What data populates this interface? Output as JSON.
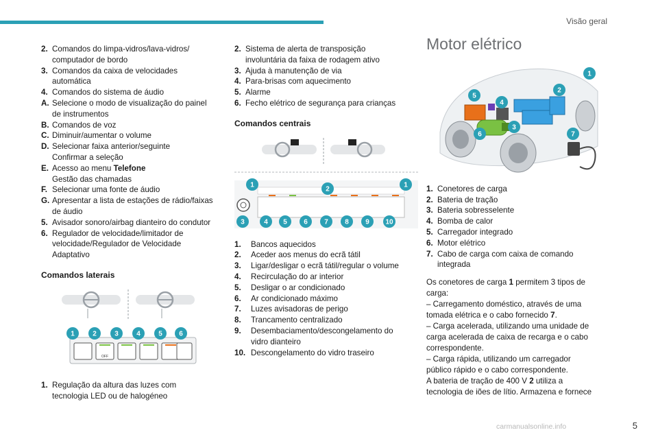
{
  "header": {
    "section_title": "Visão geral"
  },
  "col1": {
    "items": [
      {
        "num": "2.",
        "text": "Comandos do limpa-vidros/lava-vidros/",
        "sub": [
          "computador de bordo"
        ]
      },
      {
        "num": "3.",
        "text": "Comandos da caixa de velocidades",
        "sub": [
          "automática"
        ]
      },
      {
        "num": "4.",
        "text": "Comandos do sistema de áudio",
        "sub": []
      },
      {
        "num": "A.",
        "text": "Selecione o modo de visualização do painel",
        "sub": [
          "de instrumentos"
        ]
      },
      {
        "num": "B.",
        "text": "Comandos de voz",
        "sub": []
      },
      {
        "num": "C.",
        "text": "Diminuir/aumentar o volume",
        "sub": []
      },
      {
        "num": "D.",
        "text": "Selecionar faixa anterior/seguinte",
        "sub": [
          "Confirmar a seleção"
        ]
      },
      {
        "num": "E.",
        "text": "Acesso ao menu ",
        "bold": "Telefone",
        "sub": [
          "Gestão das chamadas"
        ]
      },
      {
        "num": "F.",
        "text": "Selecionar uma fonte de áudio",
        "sub": []
      },
      {
        "num": "G.",
        "text": "Apresentar a lista de estações de rádio/faixas",
        "sub": [
          "de áudio"
        ]
      },
      {
        "num": "5.",
        "text": "Avisador sonoro/airbag dianteiro do condutor",
        "sub": []
      },
      {
        "num": "6.",
        "text": "Regulador de velocidade/limitador de",
        "sub": [
          "velocidade/Regulador de Velocidade",
          "Adaptativo"
        ]
      }
    ],
    "heading": "Comandos laterais",
    "bottom_item": {
      "num": "1.",
      "text": "Regulação da altura das luzes com",
      "sub": [
        "tecnologia LED ou de halogéneo"
      ]
    },
    "diagram_labels": [
      "1",
      "2",
      "3",
      "4",
      "5",
      "6"
    ],
    "diagram_off_label": "OFF"
  },
  "col2": {
    "items": [
      {
        "num": "2.",
        "text": "Sistema de alerta de transposição",
        "sub": [
          "involuntária da faixa de rodagem ativo"
        ]
      },
      {
        "num": "3.",
        "text": "Ajuda à manutenção de via",
        "sub": []
      },
      {
        "num": "4.",
        "text": "Para-brisas com aquecimento",
        "sub": []
      },
      {
        "num": "5.",
        "text": "Alarme",
        "sub": []
      },
      {
        "num": "6.",
        "text": "Fecho elétrico de segurança para crianças",
        "sub": []
      }
    ],
    "heading": "Comandos centrais",
    "diagram_labels": [
      "1",
      "2",
      "3",
      "4",
      "5",
      "6",
      "7",
      "8",
      "9",
      "10",
      "1"
    ],
    "list": [
      {
        "num": "1.",
        "text": "Bancos aquecidos",
        "sub": []
      },
      {
        "num": "2.",
        "text": "Aceder aos menus do ecrã tátil",
        "sub": []
      },
      {
        "num": "3.",
        "text": "Ligar/desligar o ecrã tátil/regular o volume",
        "sub": []
      },
      {
        "num": "4.",
        "text": "Recirculação do ar interior",
        "sub": []
      },
      {
        "num": "5.",
        "text": "Desligar o ar condicionado",
        "sub": []
      },
      {
        "num": "6.",
        "text": "Ar condicionado máximo",
        "sub": []
      },
      {
        "num": "7.",
        "text": "Luzes avisadoras de perigo",
        "sub": []
      },
      {
        "num": "8.",
        "text": "Trancamento centralizado",
        "sub": []
      },
      {
        "num": "9.",
        "text": "Desembaciamento/descongelamento do",
        "sub": [
          "vidro dianteiro"
        ]
      },
      {
        "num": "10.",
        "text": "Descongelamento do vidro traseiro",
        "sub": []
      }
    ]
  },
  "col3": {
    "title": "Motor elétrico",
    "diagram_labels": [
      "1",
      "2",
      "3",
      "4",
      "5",
      "6",
      "7"
    ],
    "list": [
      {
        "num": "1.",
        "text": "Conetores de carga",
        "sub": []
      },
      {
        "num": "2.",
        "text": "Bateria de tração",
        "sub": []
      },
      {
        "num": "3.",
        "text": "Bateria sobresselente",
        "sub": []
      },
      {
        "num": "4.",
        "text": "Bomba de calor",
        "sub": []
      },
      {
        "num": "5.",
        "text": "Carregador integrado",
        "sub": []
      },
      {
        "num": "6.",
        "text": "Motor elétrico",
        "sub": []
      },
      {
        "num": "7.",
        "text": "Cabo de carga com caixa de comando",
        "sub": [
          "integrada"
        ]
      }
    ],
    "paragraphs": [
      {
        "pre": "Os conetores de carga ",
        "bold": "1",
        "post": " permitem 3 tipos de"
      },
      {
        "pre": "carga:",
        "bold": "",
        "post": ""
      },
      {
        "pre": "– Carregamento doméstico, através de uma",
        "bold": "",
        "post": ""
      },
      {
        "pre": "tomada elétrica e o cabo fornecido ",
        "bold": "7",
        "post": "."
      },
      {
        "pre": "– Carga acelerada, utilizando uma unidade de",
        "bold": "",
        "post": ""
      },
      {
        "pre": "carga acelerada de caixa de recarga e o cabo",
        "bold": "",
        "post": ""
      },
      {
        "pre": "correspondente.",
        "bold": "",
        "post": ""
      },
      {
        "pre": "– Carga rápida, utilizando um carregador",
        "bold": "",
        "post": ""
      },
      {
        "pre": "público rápido e o cabo correspondente.",
        "bold": "",
        "post": ""
      },
      {
        "pre": "A bateria de tração de 400 V ",
        "bold": "2",
        "post": " utiliza a"
      },
      {
        "pre": "tecnologia de iões de lítio. Armazena e fornece",
        "bold": "",
        "post": ""
      }
    ]
  },
  "footer": {
    "page_number": "5",
    "watermark": "carmanualsonline.info"
  },
  "colors": {
    "accent": "#2ba0b5",
    "orange": "#e8701a",
    "green": "#7ac143",
    "blue": "#3aa0e0"
  }
}
